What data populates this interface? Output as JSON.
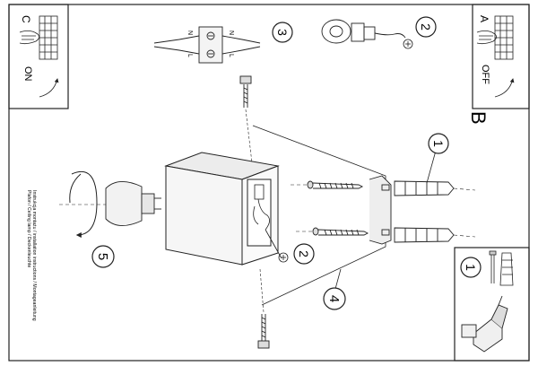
{
  "panels": {
    "c": {
      "letter": "C",
      "state": "ON"
    },
    "a": {
      "letter": "A",
      "state": "OFF"
    },
    "b": {
      "letter": "B"
    }
  },
  "terminal": {
    "n_left": "N",
    "l_left": "L",
    "n_right": "N",
    "l_right": "L"
  },
  "steps": [
    "1",
    "2",
    "3",
    "4",
    "5"
  ],
  "side_caption": [
    "Instrukcja montażu / installation instructions / Montageanleitung",
    "Plafon / Ceiling lamp / Deckenleuchte"
  ],
  "tools_panel": {
    "step": "1"
  }
}
